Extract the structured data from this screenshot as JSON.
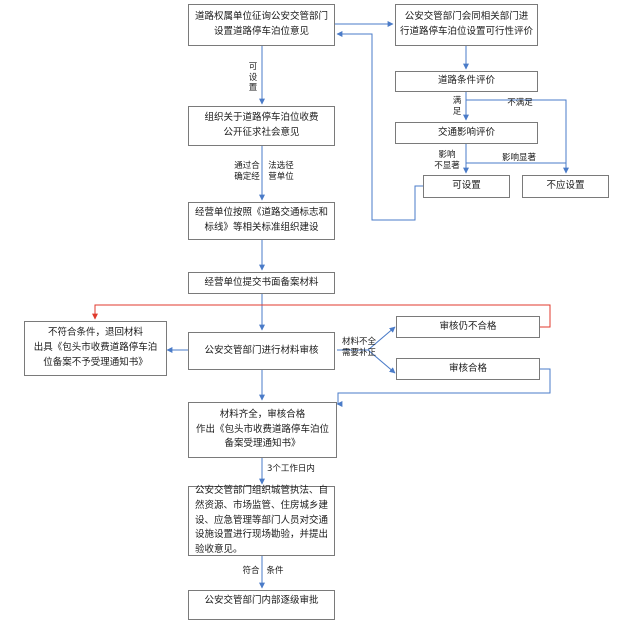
{
  "nodes": {
    "road_owner_consult": "道路权属单位征询公安交管部门\n设置道路停车泊位意见",
    "police_feasibility": "公安交管部门会同相关部门进\n行道路停车泊位设置可行性评价",
    "road_condition_eval": "道路条件评价",
    "traffic_impact_eval": "交通影响评价",
    "can_set": "可设置",
    "cannot_set": "不应设置",
    "public_opinion": "组织关于道路停车泊位收费\n公开征求社会意见",
    "operator_build": "经营单位按照《道路交通标志和\n标线》等相关标准组织建设",
    "submit_materials": "经营单位提交书面备案材料",
    "review_materials": "公安交管部门进行材料审核",
    "review_failed": "审核仍不合格",
    "review_passed": "审核合格",
    "reject_notice": "不符合条件，退回材料\n出具《包头市收费道路停车泊\n位备案不予受理通知书》",
    "accept_notice": "材料齐全，审核合格\n作出《包头市收费道路停车泊位\n备案受理通知书》",
    "site_inspection": "公安交管部门组织城管执法、自\n然资源、市场监管、住房城乡建\n设、应急管理等部门人员对交通\n设施设置进行现场勘验，并提出\n验收意见。",
    "internal_review": "公安交管部门内部逐级审批"
  },
  "edge_labels": {
    "can_set": "可\n设\n置",
    "pass_solicit": "通过合\n确定经",
    "legal_operator": "法选径\n营单位",
    "satisfied": "满\n足",
    "not_satisfied": "不满足",
    "impact_minor": "影响\n不显著",
    "impact_major": "影响显著",
    "incomplete": "材料不全\n需要补正",
    "within_days": "3个工作日内",
    "meets": "符合",
    "conditions": "条件"
  },
  "colors": {
    "line": "#4a7bc8",
    "line_red": "#e03a2c",
    "border": "#7a7a7a"
  }
}
